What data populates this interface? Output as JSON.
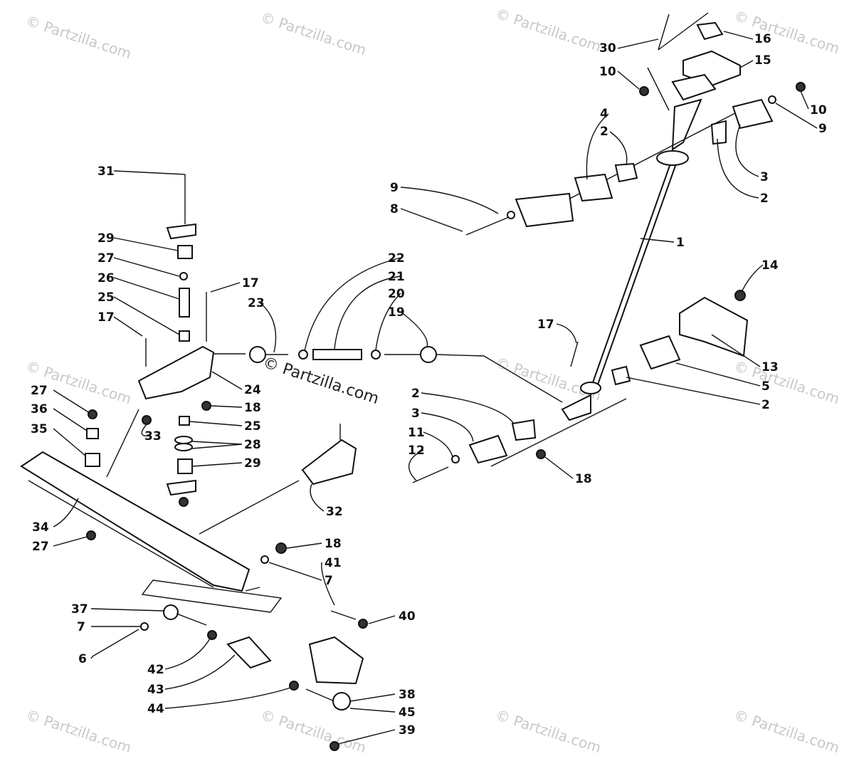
{
  "watermark": {
    "text": "© Partzilla.com",
    "center_text": "© Partzilla.com"
  },
  "callouts": [
    {
      "id": "c30",
      "label": "30"
    },
    {
      "id": "c16",
      "label": "16"
    },
    {
      "id": "c15",
      "label": "15"
    },
    {
      "id": "c10a",
      "label": "10"
    },
    {
      "id": "c10b",
      "label": "10"
    },
    {
      "id": "c9a",
      "label": "9"
    },
    {
      "id": "c4",
      "label": "4"
    },
    {
      "id": "c2a",
      "label": "2"
    },
    {
      "id": "c3a",
      "label": "3"
    },
    {
      "id": "c2b",
      "label": "2"
    },
    {
      "id": "c9b",
      "label": "9"
    },
    {
      "id": "c8",
      "label": "8"
    },
    {
      "id": "c1",
      "label": "1"
    },
    {
      "id": "c31",
      "label": "31"
    },
    {
      "id": "c29a",
      "label": "29"
    },
    {
      "id": "c27a",
      "label": "27"
    },
    {
      "id": "c26",
      "label": "26"
    },
    {
      "id": "c25a",
      "label": "25"
    },
    {
      "id": "c17a",
      "label": "17"
    },
    {
      "id": "c17b",
      "label": "17"
    },
    {
      "id": "c23",
      "label": "23"
    },
    {
      "id": "c22",
      "label": "22"
    },
    {
      "id": "c21",
      "label": "21"
    },
    {
      "id": "c20",
      "label": "20"
    },
    {
      "id": "c19",
      "label": "19"
    },
    {
      "id": "c14",
      "label": "14"
    },
    {
      "id": "c17c",
      "label": "17"
    },
    {
      "id": "c13",
      "label": "13"
    },
    {
      "id": "c5",
      "label": "5"
    },
    {
      "id": "c2c",
      "label": "2"
    },
    {
      "id": "c24",
      "label": "24"
    },
    {
      "id": "c18a",
      "label": "18"
    },
    {
      "id": "c27b",
      "label": "27"
    },
    {
      "id": "c36",
      "label": "36"
    },
    {
      "id": "c35",
      "label": "35"
    },
    {
      "id": "c33",
      "label": "33"
    },
    {
      "id": "c25b",
      "label": "25"
    },
    {
      "id": "c28",
      "label": "28"
    },
    {
      "id": "c29b",
      "label": "29"
    },
    {
      "id": "c2d",
      "label": "2"
    },
    {
      "id": "c3b",
      "label": "3"
    },
    {
      "id": "c11",
      "label": "11"
    },
    {
      "id": "c12",
      "label": "12"
    },
    {
      "id": "c18b",
      "label": "18"
    },
    {
      "id": "c32",
      "label": "32"
    },
    {
      "id": "c34",
      "label": "34"
    },
    {
      "id": "c27c",
      "label": "27"
    },
    {
      "id": "c18c",
      "label": "18"
    },
    {
      "id": "c41",
      "label": "41"
    },
    {
      "id": "c7a",
      "label": "7"
    },
    {
      "id": "c37",
      "label": "37"
    },
    {
      "id": "c7b",
      "label": "7"
    },
    {
      "id": "c40",
      "label": "40"
    },
    {
      "id": "c6",
      "label": "6"
    },
    {
      "id": "c42",
      "label": "42"
    },
    {
      "id": "c43",
      "label": "43"
    },
    {
      "id": "c38",
      "label": "38"
    },
    {
      "id": "c44",
      "label": "44"
    },
    {
      "id": "c45",
      "label": "45"
    },
    {
      "id": "c39",
      "label": "39"
    }
  ]
}
